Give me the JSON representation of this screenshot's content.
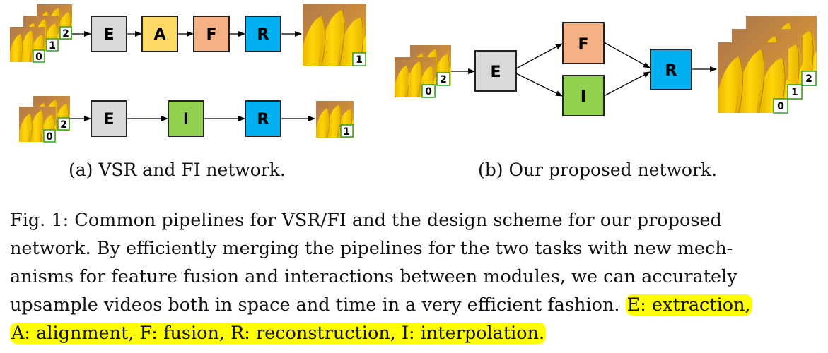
{
  "diagram_a": {
    "input_frames": [
      "0",
      "1",
      "2"
    ],
    "output_frames": [
      "1"
    ],
    "row1_modules": [
      "E",
      "A",
      "F",
      "R"
    ],
    "row2_input_frames": [
      "0",
      "2"
    ],
    "row2_modules": [
      "E",
      "I",
      "R"
    ],
    "row2_output_frames": [
      "1"
    ],
    "caption": "(a) VSR and FI network."
  },
  "diagram_b": {
    "input_frames": [
      "0",
      "2"
    ],
    "modules": [
      "E",
      "F",
      "I",
      "R"
    ],
    "output_frames": [
      "0",
      "1",
      "2"
    ],
    "caption": "(b) Our proposed network."
  },
  "colors": {
    "E": "#d9d9d9",
    "A": "#ffd966",
    "F": "#f4b183",
    "R": "#00b0f0",
    "I": "#92d050",
    "highlight": "#ffff00"
  },
  "caption": {
    "line1": "Fig. 1: Common pipelines for VSR/FI and the design scheme for our proposed",
    "line2": "network. By efficiently merging the pipelines for the two tasks with new mech-",
    "line3": "anisms for feature fusion and interactions between modules, we can accurately",
    "line4_plain": "upsample videos both in space and time in a very efficient fashion. ",
    "line4_highlight": "E: extraction,",
    "line5_highlight": "A: alignment, F: fusion, R: reconstruction, I: interpolation."
  }
}
